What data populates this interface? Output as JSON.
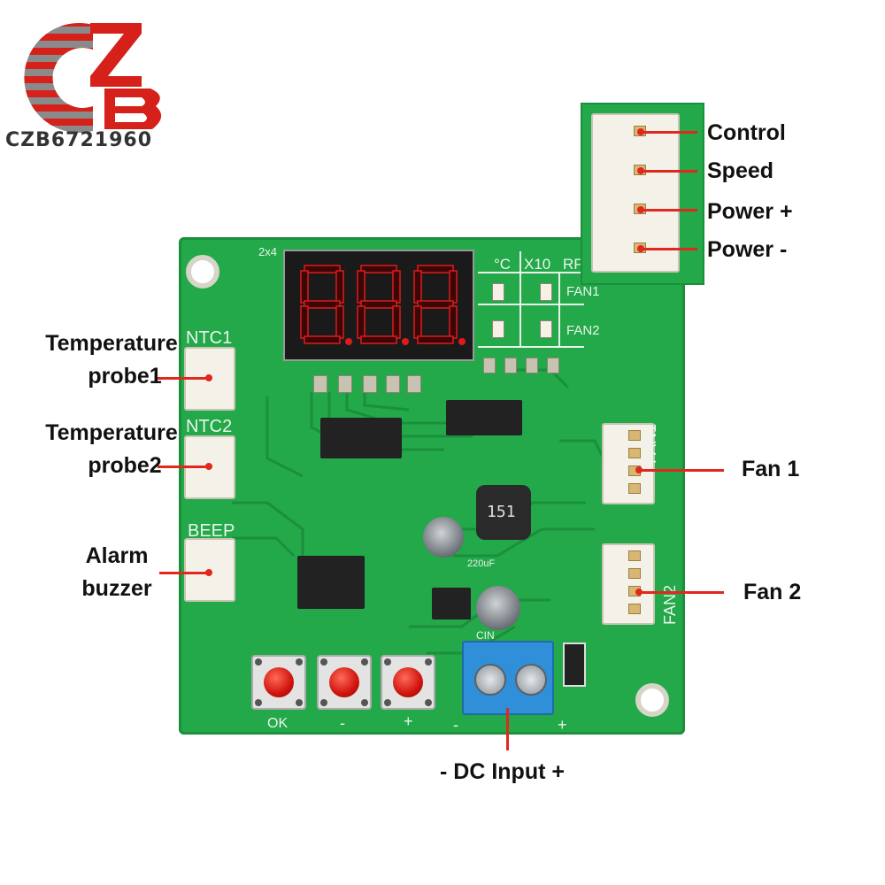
{
  "brand": {
    "watermark": "CZB6721960",
    "logo_colors": {
      "red": "#d6201a",
      "gray": "#8a8a8a"
    }
  },
  "callouts": {
    "control": "Control",
    "speed": "Speed",
    "power_plus": "Power +",
    "power_minus": "Power -",
    "temp_probe1_line1": "Temperature",
    "temp_probe1_line2": "probe1",
    "temp_probe2_line1": "Temperature",
    "temp_probe2_line2": "probe2",
    "alarm_line1": "Alarm",
    "alarm_line2": "buzzer",
    "fan1": "Fan 1",
    "fan2": "Fan 2",
    "dc_input": "- DC Input +"
  },
  "board_silkscreen": {
    "ntc1": "NTC1",
    "ntc2": "NTC2",
    "beep": "BEEP",
    "celsius": "°C",
    "x10": "X10",
    "rpm_partial": "RP",
    "fan1": "FAN1",
    "fan2": "FAN2",
    "fan1_vertical": "FAN1",
    "fan2_vertical": "FAN2",
    "ok": "OK",
    "minus_btn": "-",
    "plus_btn": "+",
    "dc_minus": "-",
    "dc_plus": "+",
    "cin": "CIN",
    "display_label": "2x4",
    "inductor": "151",
    "cap_label": "220uF"
  },
  "colors": {
    "pcb_green": "#23a84a",
    "pcb_dark": "#1b8f3c",
    "lead_red": "#e0281e",
    "terminal_blue": "#2f8fd8",
    "display_red": "#e01a1a"
  }
}
